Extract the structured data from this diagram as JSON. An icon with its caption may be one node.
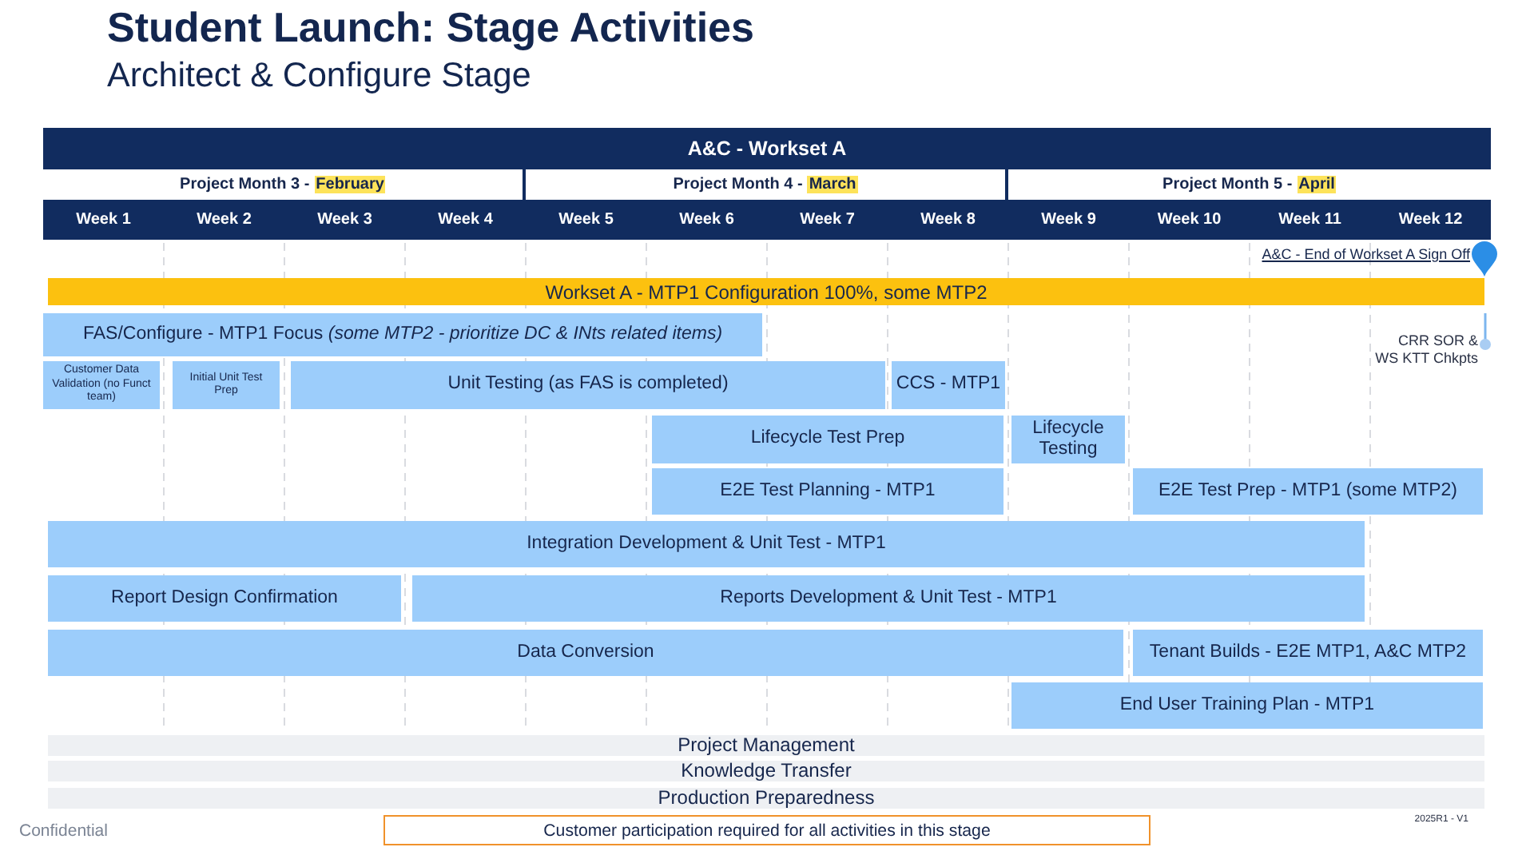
{
  "diagram": {
    "title": "Student Launch: Stage Activities",
    "nodes": [
      {
        "text": [
          "A&C - Workset A"
        ]
      },
      {
        "text": [
          "Project Month 3 -",
          "February"
        ]
      },
      {
        "text": [
          "Project Month 4 -",
          "March"
        ]
      },
      {
        "text": [
          "Project Month 5 -",
          "April"
        ]
      },
      {
        "text": [
          "Week 1"
        ]
      },
      {
        "text": [
          "Week 2"
        ]
      },
      {
        "text": [
          "Week 3"
        ]
      },
      {
        "text": [
          "Week 4"
        ]
      },
      {
        "text": [
          "Week 5"
        ]
      },
      {
        "text": [
          "Week 6"
        ]
      },
      {
        "text": [
          "Week 7"
        ]
      },
      {
        "text": [
          "Week 8"
        ]
      },
      {
        "text": [
          "Week 9"
        ]
      },
      {
        "text": [
          "Week 10"
        ]
      },
      {
        "text": [
          "Week 11"
        ]
      },
      {
        "text": [
          "Week 12"
        ]
      },
      {
        "text": [
          "Workset A - MTP1 Configuration 100%, some MTP2"
        ]
      },
      {
        "text": [
          "FAS/Configure - MTP1 Focus *(some MTP2 - prioritize DC & INts related items)*"
        ]
      },
      {
        "text": [
          "Customer Data Validation (no Funct team)"
        ]
      },
      {
        "text": [
          "Initial Unit Test Prep"
        ]
      },
      {
        "text": [
          "Unit Testing (as FAS is completed)"
        ]
      },
      {
        "text": [
          "CCS - MTP1"
        ]
      },
      {
        "text": [
          "Lifecycle Test Prep"
        ]
      },
      {
        "text": [
          "Lifecycle Testing"
        ]
      },
      {
        "text": [
          "E2E Test Planning - MTP1"
        ]
      },
      {
        "text": [
          "E2E Test Prep - MTP1 (some MTP2)"
        ]
      },
      {
        "text": [
          "Integration Development & Unit Test - MTP1"
        ]
      },
      {
        "text": [
          "Report Design Confirmation"
        ]
      },
      {
        "text": [
          "Reports Development & Unit Test - MTP1"
        ]
      },
      {
        "text": [
          "Data Conversion"
        ]
      },
      {
        "text": [
          "Tenant Builds - E2E MTP1, A&C MTP2"
        ]
      },
      {
        "text": [
          "End User Training Plan - MTP1"
        ]
      },
      {
        "text": [
          "Project Management"
        ]
      },
      {
        "text": [
          "Knowledge Transfer"
        ]
      },
      {
        "text": [
          "Production Preparedness"
        ]
      },
      {
        "text": [
          "Customer participation required for all activities in this stage"
        ]
      }
    ],
    "labels": [
      "Architect & Configure Stage",
      "A&C - End of Workset A Sign Off",
      "CRR SOR & WS KTT Chkpts",
      "Confidential",
      "2025R1 - V1"
    ]
  }
}
